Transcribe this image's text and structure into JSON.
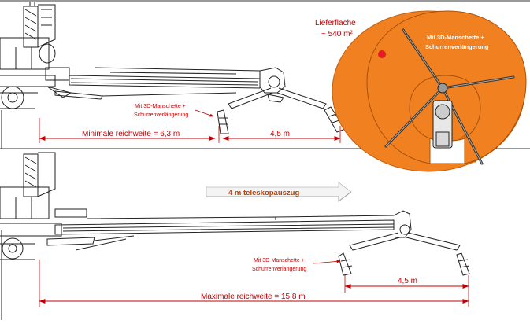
{
  "colors": {
    "line": "#222222",
    "dimension": "#c00000",
    "area_fill": "#f08020",
    "area_stroke": "#c06010",
    "banner_text": "#c04000",
    "banner_fill": "#f4f4f4"
  },
  "area": {
    "label": "Lieferfläche",
    "value": "~ 540 m²",
    "note_line1": "Mit 3D-Manschette +",
    "note_line2": "Schurrenverlängerung"
  },
  "top_view": {
    "note_line1": "Mit 3D-Manschette +",
    "note_line2": "Schurrenverlängerung",
    "min_reach": "Minimale reichweite = 6,3 m",
    "chute_width": "4,5 m"
  },
  "banner": {
    "text": "4 m teleskopauszug"
  },
  "bottom_view": {
    "note_line1": "Mit 3D-Manschette +",
    "note_line2": "Schurrenverlängerung",
    "chute_width": "4,5 m",
    "max_reach": "Maximale reichweite = 15,8 m"
  }
}
